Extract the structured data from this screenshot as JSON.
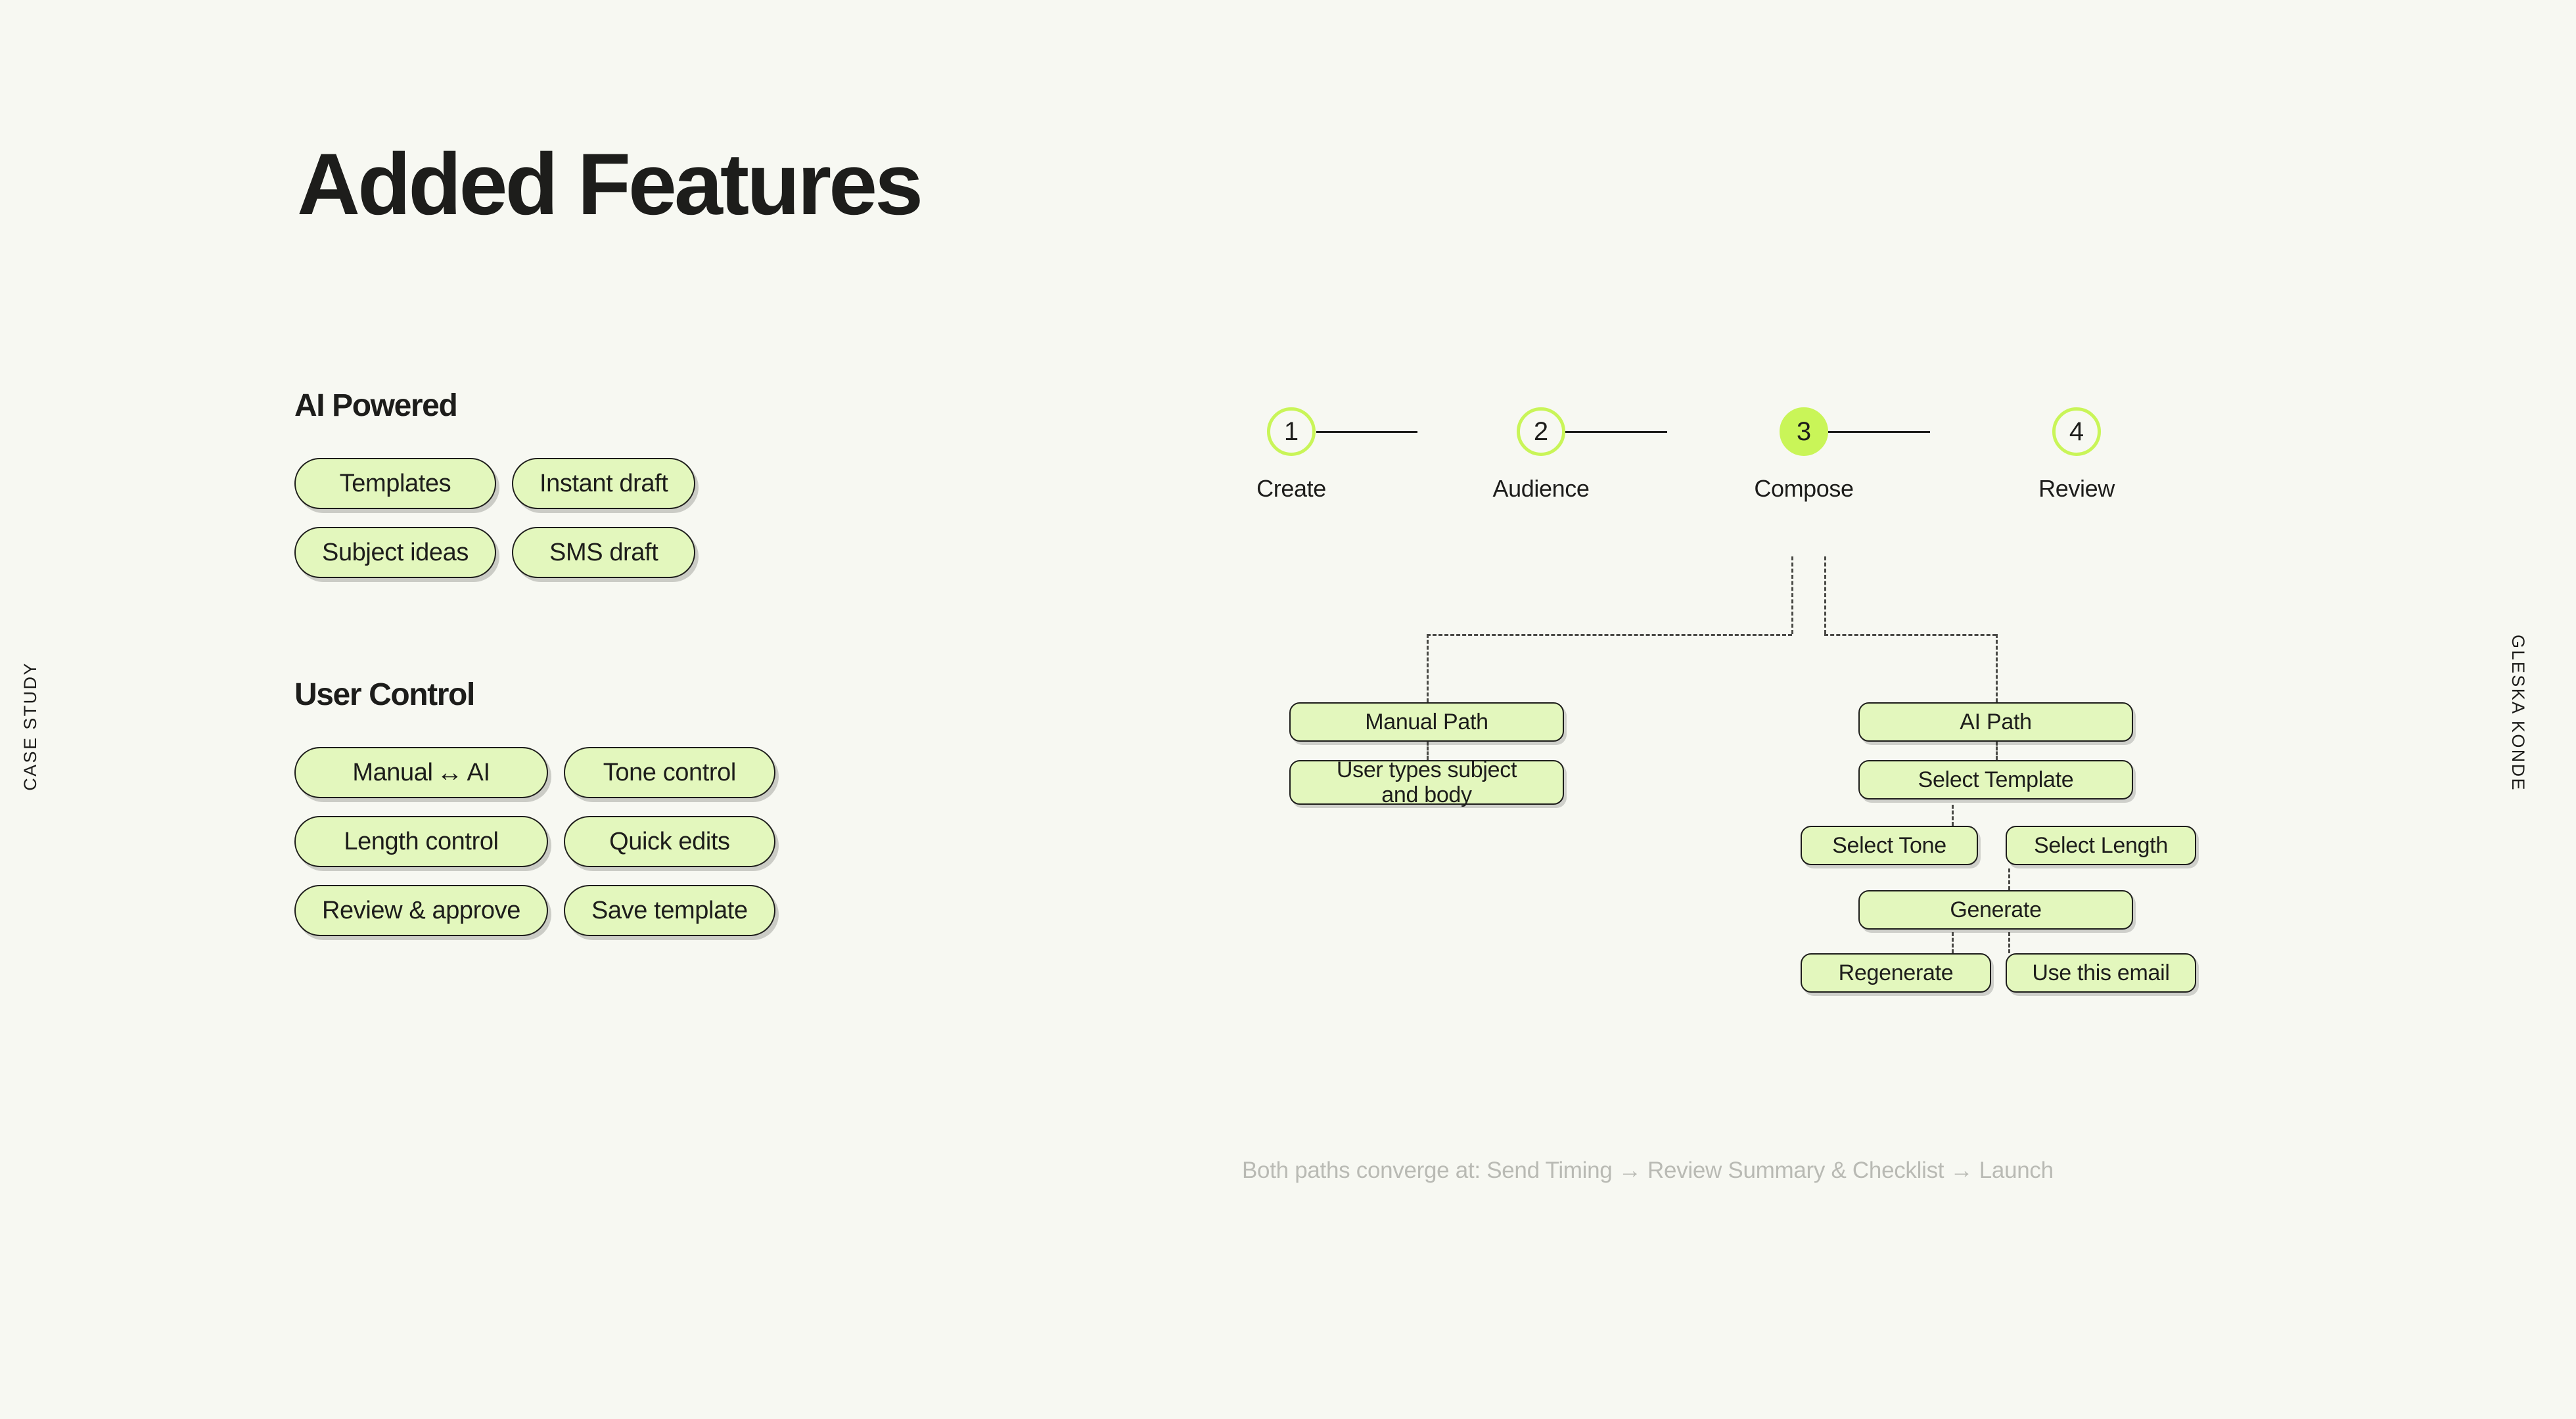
{
  "side_labels": {
    "left": "CASE STUDY",
    "right": "GLESKA KONDE"
  },
  "title": "Added Features",
  "colors": {
    "background": "#f7f8f2",
    "pill_fill": "#e3f7bd",
    "accent_bright": "#c9f558",
    "ink": "#1d1d1b",
    "muted_text": "#b9bab4"
  },
  "groups": [
    {
      "heading": "AI Powered",
      "pills": [
        {
          "label": "Templates"
        },
        {
          "label": "Instant draft"
        },
        {
          "label": "Subject ideas"
        },
        {
          "label": "SMS draft"
        }
      ]
    },
    {
      "heading": "User Control",
      "pills": [
        {
          "label_before": "Manual",
          "arrow": "↔",
          "label_after": "AI"
        },
        {
          "label": "Tone control"
        },
        {
          "label": "Length control"
        },
        {
          "label": "Quick edits"
        },
        {
          "label": "Review & approve"
        },
        {
          "label": "Save template"
        }
      ]
    }
  ],
  "stepper": {
    "steps": [
      {
        "number": "1",
        "label": "Create",
        "active": false
      },
      {
        "number": "2",
        "label": "Audience",
        "active": false
      },
      {
        "number": "3",
        "label": "Compose",
        "active": true
      },
      {
        "number": "4",
        "label": "Review",
        "active": false
      }
    ]
  },
  "flow": {
    "nodes": [
      {
        "id": "manual-path",
        "label": "Manual Path"
      },
      {
        "id": "ai-path",
        "label": "AI Path"
      },
      {
        "id": "user-types",
        "label": "User types subject\nand body"
      },
      {
        "id": "select-template",
        "label": "Select Template"
      },
      {
        "id": "select-tone",
        "label": "Select Tone"
      },
      {
        "id": "select-length",
        "label": "Select Length"
      },
      {
        "id": "generate",
        "label": "Generate"
      },
      {
        "id": "regenerate",
        "label": "Regenerate"
      },
      {
        "id": "use-this-email",
        "label": "Use this email"
      }
    ],
    "note": "Both paths converge at: Send Timing → Review Summary & Checklist → Launch"
  }
}
